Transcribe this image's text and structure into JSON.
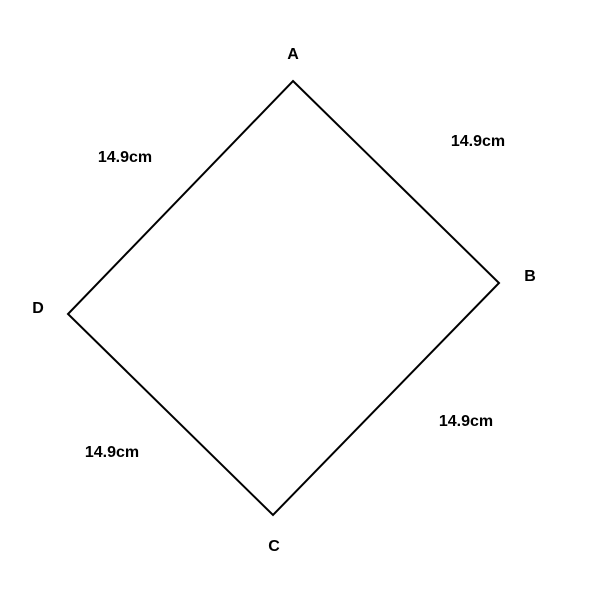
{
  "shape": "rhombus",
  "vertices": {
    "A": "A",
    "B": "B",
    "C": "C",
    "D": "D"
  },
  "sides": {
    "AB": "14.9cm",
    "BC": "14.9cm",
    "CD": "14.9cm",
    "DA": "14.9cm"
  },
  "colors": {
    "stroke": "#000000",
    "background": "#ffffff",
    "text": "#000000"
  }
}
